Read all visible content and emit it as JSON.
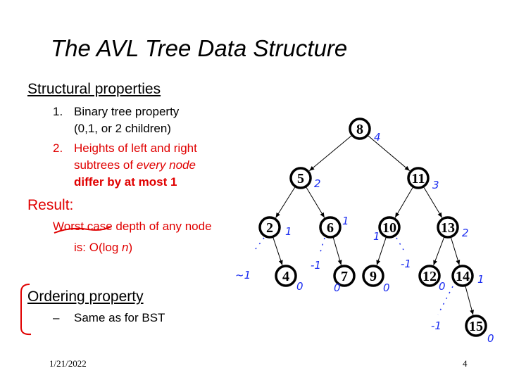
{
  "title": "The AVL Tree Data Structure",
  "structural": {
    "heading": "Structural properties",
    "item1_num": "1.",
    "item1_line1": "Binary tree property",
    "item1_line2": "(0,1, or 2 children)",
    "item2_num": "2.",
    "item2_line1": "Heights of left and right",
    "item2_line2_a": "subtrees of ",
    "item2_line2_b": "every node",
    "item2_line3": "differ by at most 1"
  },
  "result": {
    "heading": "Result:",
    "line1": "Worst case depth of any node",
    "line2_a": "is: O(log ",
    "line2_b": "n",
    "line2_c": ")"
  },
  "ordering": {
    "heading": "Ordering property",
    "dash": "–",
    "item": "Same as for BST"
  },
  "footer": {
    "date": "1/21/2022",
    "page": "4"
  },
  "tree": {
    "nodes": [
      "8",
      "5",
      "11",
      "2",
      "6",
      "10",
      "13",
      "4",
      "7",
      "9",
      "12",
      "14",
      "15"
    ],
    "edges": [
      [
        "8",
        "5"
      ],
      [
        "8",
        "11"
      ],
      [
        "5",
        "2"
      ],
      [
        "5",
        "6"
      ],
      [
        "11",
        "10"
      ],
      [
        "11",
        "13"
      ],
      [
        "2",
        "4"
      ],
      [
        "6",
        "7"
      ],
      [
        "10",
        "9"
      ],
      [
        "13",
        "12"
      ],
      [
        "13",
        "14"
      ],
      [
        "14",
        "15"
      ]
    ],
    "heights": {
      "8": "4",
      "5": "2",
      "11": "3",
      "2": "1",
      "6": "1",
      "10": "1",
      "13": "2",
      "4": "0",
      "7": "0",
      "9": "0",
      "12": "0",
      "14": "1",
      "15": "0"
    },
    "null_heights": [
      "~1",
      "-1",
      "-1",
      "-1"
    ]
  },
  "colors": {
    "annotation": "#1a2cf0",
    "red": "#e00000"
  }
}
